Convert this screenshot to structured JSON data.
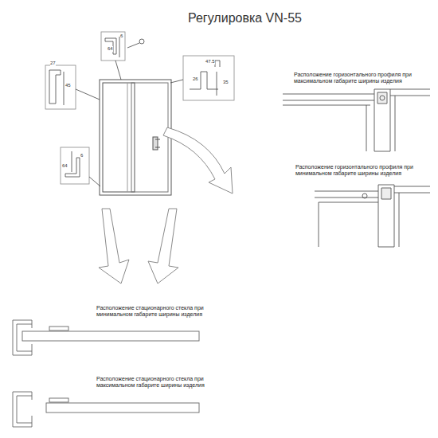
{
  "diagram": {
    "title": "Регулировка VN-55",
    "labels": [
      "Расположение горизонтального профиля при максимальном габарите ширины изделия",
      "Расположение горизонтального профиля при минимальном габарите ширины изделия",
      "Расположение стационарного стекла при минимальном габарите ширины изделия",
      "Расположение стационарного стекла при максимальном габарите ширины изделия",
      "64",
      "6",
      "27",
      "45",
      "47.5",
      "26",
      "35",
      "6",
      "64"
    ]
  }
}
